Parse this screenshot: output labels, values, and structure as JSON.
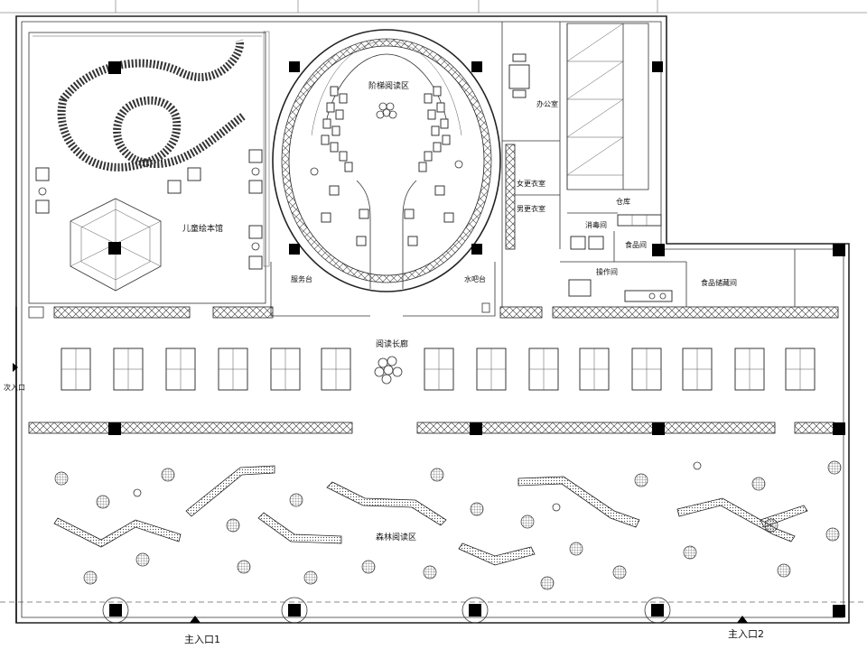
{
  "labels": {
    "children_picture_book": "儿童绘本馆",
    "tiered_reading": "阶梯阅读区",
    "office": "办公室",
    "female_locker": "女更衣室",
    "male_locker": "男更衣室",
    "warehouse": "仓库",
    "disinfection": "消毒间",
    "food_counter": "食品间",
    "service_desk": "服务台",
    "water_bar": "水吧台",
    "operation_room": "操作间",
    "food_storage": "食品储藏间",
    "reading_corridor": "阅读长廊",
    "forest_reading": "森林阅读区",
    "secondary_entrance": "次入口",
    "main_entrance_1": "主入口1",
    "main_entrance_2": "主入口2"
  }
}
